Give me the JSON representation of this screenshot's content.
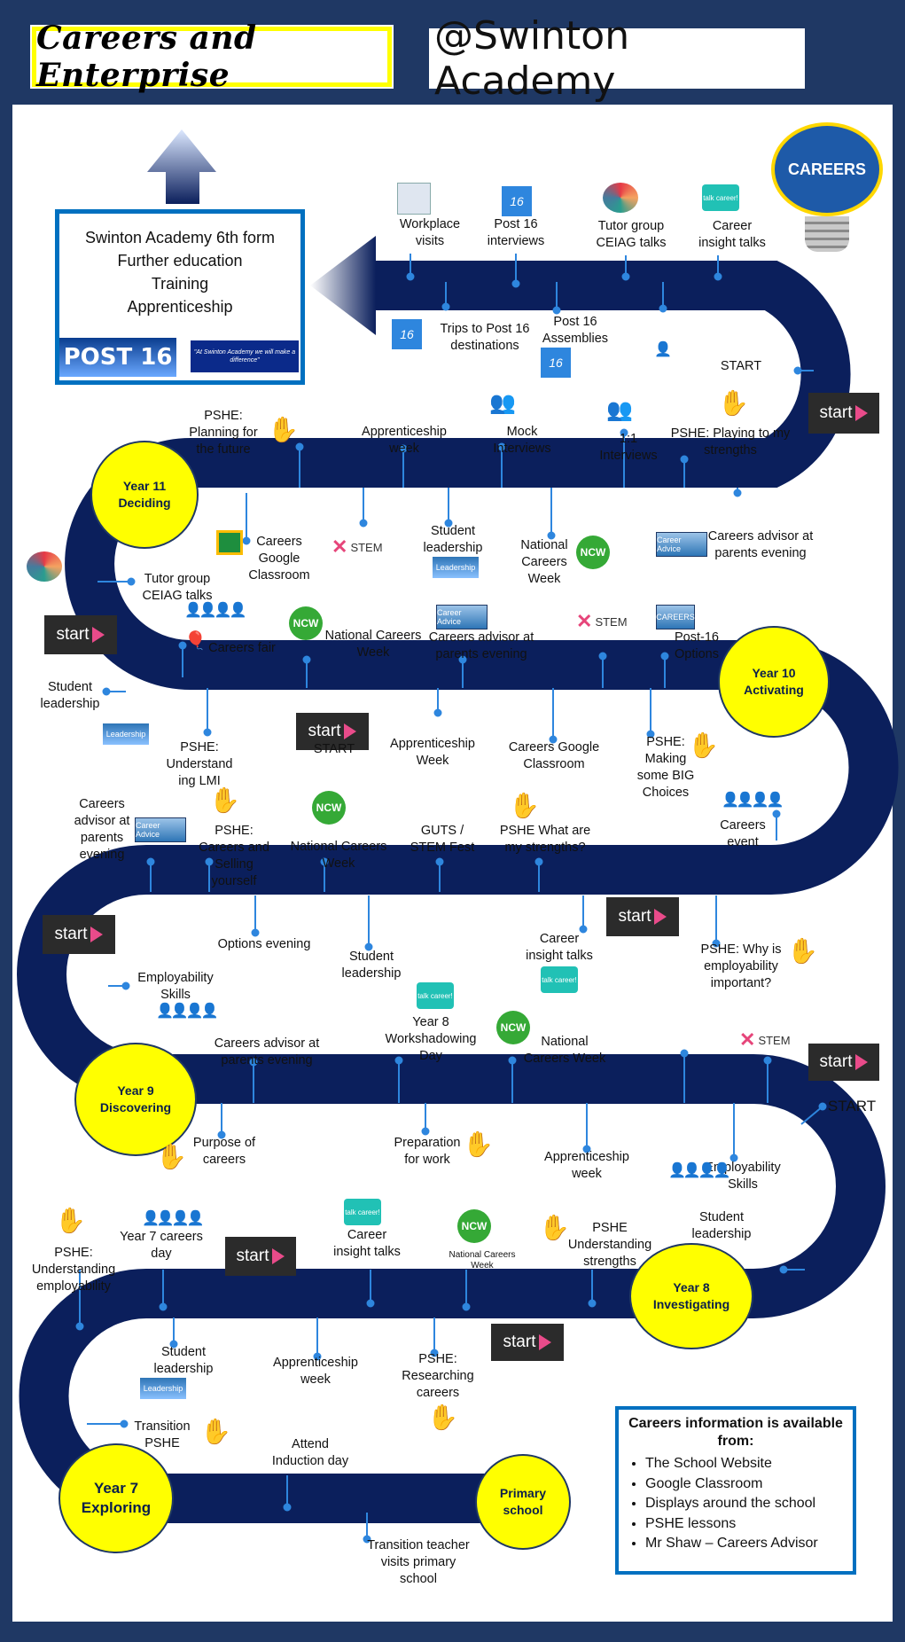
{
  "header": {
    "title": "Careers and Enterprise",
    "school": "@Swinton Academy"
  },
  "post16": {
    "lines": [
      "Swinton Academy 6th form",
      "Further education",
      "Training",
      "Apprenticeship"
    ],
    "badge": "POST 16",
    "motto": "\"At Swinton Academy we will make a difference\""
  },
  "bulb": {
    "label": "CAREERS"
  },
  "start_label": "start",
  "years": {
    "y11": "Year 11\nDeciding",
    "y10": "Year 10\nActivating",
    "y9": "Year 9\nDiscovering",
    "y8": "Year 8\nInvestigating",
    "y7": "Year 7\nExploring",
    "primary": "Primary\nschool"
  },
  "labels": {
    "workplace": "Workplace\nvisits",
    "post16_interviews": "Post 16\ninterviews",
    "tutor_top": "Tutor group\nCEIAG talks",
    "career_insight_top": "Career\ninsight talks",
    "trips": "Trips to Post 16\ndestinations",
    "post16_assemblies": "Post 16\nAssemblies",
    "start_text_top": "START",
    "pshe_planning": "PSHE:\nPlanning for\nthe future",
    "app_week_y11": "Apprenticeship\nweek",
    "mock": "Mock\nInterviews",
    "one_to_one": "1:1\nInterviews",
    "pshe_playing": "PSHE: Playing to my\nstrengths",
    "gc_y11": "Careers\nGoogle\nClassroom",
    "student_lead_y11": "Student\nleadership",
    "ncw_y11": "National\nCareers\nWeek",
    "advisor_y11": "Careers advisor at\nparents evening",
    "tutor_y10": "Tutor group\nCEIAG talks",
    "careers_fair": "Careers fair",
    "ncw_y10": "National Careers\nWeek",
    "advisor_y10": "Careers advisor at\nparents evening",
    "post16_options": "Post-16\nOptions",
    "student_lead_left": "Student\nleadership",
    "pshe_lmi": "PSHE:\nUnderstand\ning LMI",
    "start_text_mid": "START",
    "app_week_y10": "Apprenticeship\nWeek",
    "gc_y10": "Careers Google\nClassroom",
    "pshe_big": "PSHE:\nMaking\nsome BIG\nChoices",
    "careers_event": "Careers\nevent",
    "advisor_y9_left": "Careers\nadvisor at\nparents\nevening",
    "pshe_selling": "PSHE:\nCareers and\nSelling\nyourself",
    "ncw_y9": "National Careers\nWeek",
    "guts": "GUTS /\nSTEM Fest",
    "pshe_strengths": "PSHE What are\nmy strengths?",
    "options_evening": "Options evening",
    "student_lead_y9": "Student\nleadership",
    "career_insight_y9": "Career\ninsight talks",
    "pshe_employability": "PSHE: Why is\nemployability\nimportant?",
    "employability_y9": "Employability\nSkills",
    "workshadowing": "Year 8\nWorkshadowing\nDay",
    "advisor_y8": "Careers advisor at\nparents evening",
    "ncw_y8": "National\nCareers Week",
    "start_text_y8": "START",
    "purpose": "Purpose of\ncareers",
    "prep_work": "Preparation\nfor work",
    "app_week_y8": "Apprenticeship\nweek",
    "employability_y8": "Employability\nSkills",
    "pshe_understanding_emp": "PSHE:\nUnderstanding\nemployability",
    "y7_careers_day": "Year 7 careers\nday",
    "career_insight_y7": "Career\ninsight talks",
    "ncw_y7_small": "National Careers\nWeek",
    "pshe_understanding_str": "PSHE\nUnderstanding\nstrengths",
    "student_lead_y8": "Student\nleadership",
    "student_lead_y7": "Student\nleadership",
    "app_week_y7": "Apprenticeship\nweek",
    "pshe_researching": "PSHE:\nResearching\ncareers",
    "transition_pshe": "Transition\nPSHE",
    "induction": "Attend\nInduction day",
    "transition_teacher": "Transition teacher\nvisits primary\nschool"
  },
  "icons": {
    "ncw": "NCW",
    "stem": "STEM",
    "talk": "talk\ncareer!",
    "career_advice": "Career Advice",
    "leadership": "Leadership",
    "post16_mark": "16",
    "careers_sign": "CAREERS"
  },
  "info": {
    "heading": "Careers information is available from:",
    "items": [
      "The School Website",
      "Google Classroom",
      "Displays around the school",
      "PSHE lessons",
      "Mr Shaw – Careers Advisor"
    ]
  },
  "colors": {
    "road": "#0b1f5c",
    "highlight": "#ffff00",
    "border": "#0070c0",
    "background": "#1f3864",
    "connector": "#2e86de"
  }
}
